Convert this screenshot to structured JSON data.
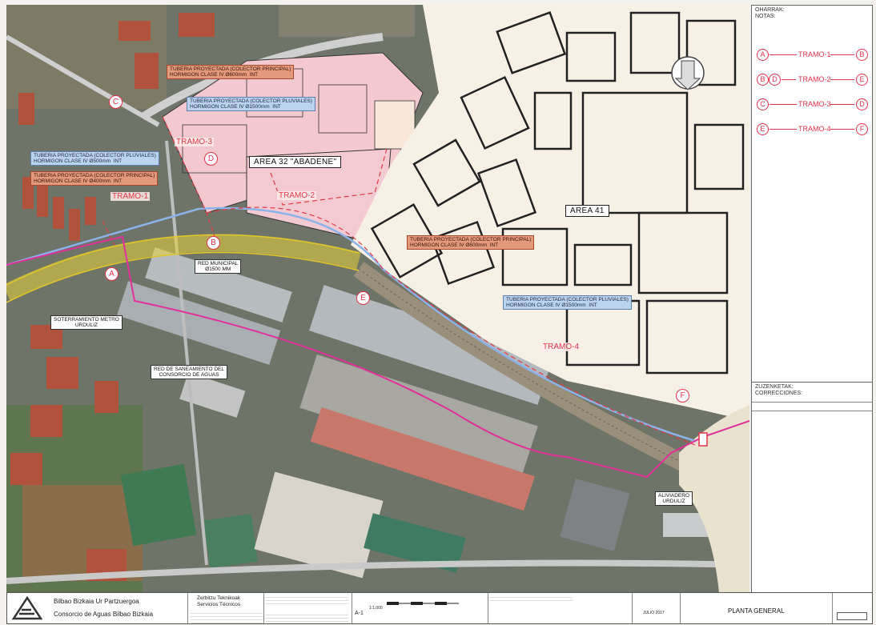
{
  "panel": {
    "notes_label_1": "OHARRAK:",
    "notes_label_2": "NOTAS:",
    "legend": [
      {
        "start": "A",
        "tramo": "TRAMO-1",
        "end": "B"
      },
      {
        "start": "B",
        "start2": "D",
        "tramo": "TRAMO-2",
        "end": "E"
      },
      {
        "start": "C",
        "tramo": "TRAMO-3",
        "end": "D"
      },
      {
        "start": "E",
        "tramo": "TRAMO-4",
        "end": "F"
      }
    ],
    "corrections_label_1": "ZUZENKETAK:",
    "corrections_label_2": "CORRECCIONES:"
  },
  "map": {
    "areas": [
      "AREA 32 \"ABADENE\"",
      "AREA 41"
    ],
    "tramos": [
      "TRAMO-1",
      "TRAMO-2",
      "TRAMO-3",
      "TRAMO-4"
    ],
    "nodes": [
      "A",
      "B",
      "C",
      "D",
      "E",
      "F"
    ],
    "labels": {
      "colector_principal_1": "TUBERIA PROYECTADA (COLECTOR PRINCIPAL)\nHORMIGON CLASE IV Ø600mm  INT",
      "pluviales_1": "TUBERIA PROYECTADA (COLECTOR PLUVIALES)\nHORMIGON CLASE IV Ø1500mm  INT",
      "pluviales_2": "TUBERIA PROYECTADA (COLECTOR PLUVIALES)\nHORMIGON CLASE IV Ø500mm  INT",
      "colector_principal_2": "TUBERIA PROYECTADA (COLECTOR PRINCIPAL)\nHORMIGON CLASE IV Ø400mm  INT",
      "colector_principal_3": "TUBERIA PROYECTADA (COLECTOR PRINCIPAL)\nHORMIGON CLASE IV Ø600mm  INT",
      "pluviales_3": "TUBERIA PROYECTADA (COLECTOR PLUVIALES)\nHORMIGON CLASE IV Ø1500mm  INT",
      "red_municipal": "RED MUNICIPAL\nØ1500 MM",
      "soterramiento": "SOTERRAMIENTO METRO\nURDULIZ",
      "red_saneamiento": "RED DE SANEAMIENTO DEL\nCONSORCIO DE AGUAS",
      "aliviadero": "ALIVIADERO\nURDULIZ"
    }
  },
  "title_block": {
    "org_1": "Bilbao Bizkaia Ur Partzuergoa",
    "org_2": "Consorcio de Aguas Bilbao Bizkaia",
    "services_1": "Zerbitzu Teknikoak",
    "services_2": "Servicios Técnicos",
    "scale": "1:1.000",
    "sheet_code": "A-1",
    "date": "JULIO 2017",
    "plan_title": "PLANTA GENERAL"
  },
  "colors": {
    "tramo_red": "#e2324a",
    "pink_pipe": "#e0309a",
    "blue_pipe": "#7aa3e0",
    "yellow_metro": "#e8d23a"
  }
}
